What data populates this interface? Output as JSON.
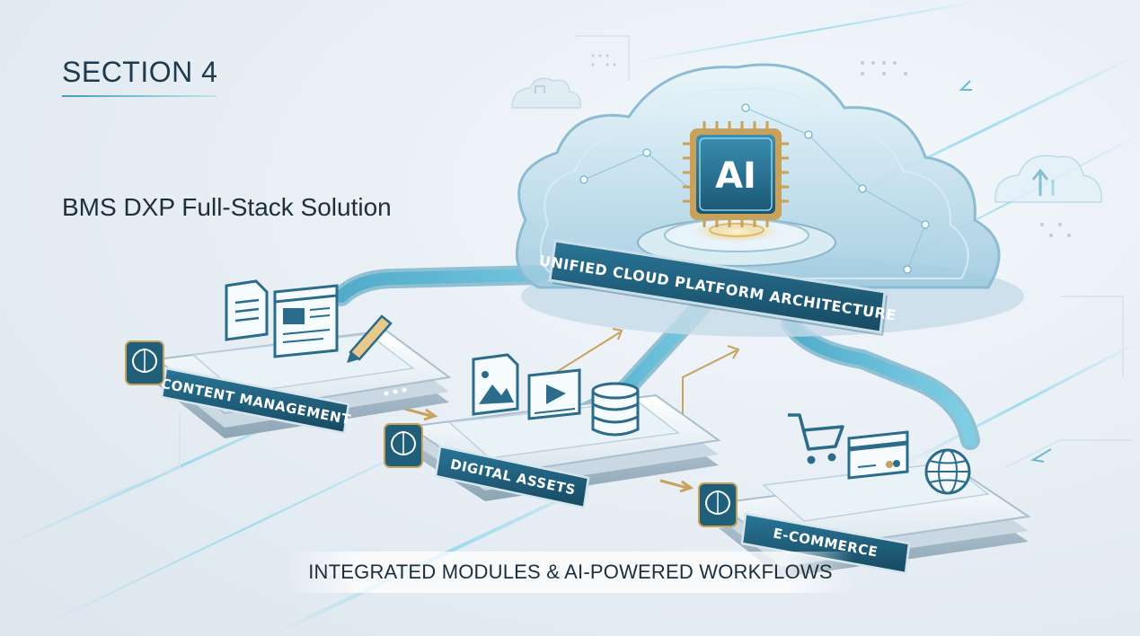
{
  "header": {
    "section_label": "SECTION 4",
    "title": "BMS DXP Full-Stack Solution"
  },
  "cloud": {
    "chip_text": "AI",
    "banner": "UNIFIED CLOUD PLATFORM ARCHITECTURE"
  },
  "modules": [
    {
      "label": "CONTENT MANAGEMENT",
      "icons": [
        "document-icon",
        "webpage-icon",
        "pencil-icon"
      ]
    },
    {
      "label": "DIGITAL ASSETS",
      "icons": [
        "image-icon",
        "video-icon",
        "database-icon"
      ]
    },
    {
      "label": "E-COMMERCE",
      "icons": [
        "cart-icon",
        "credit-card-icon",
        "globe-icon"
      ]
    }
  ],
  "footer": {
    "caption": "INTEGRATED MODULES & AI-POWERED WORKFLOWS"
  },
  "colors": {
    "accent_teal": "#3f9fb7",
    "dark_teal": "#1f5f7a",
    "label_fill": "#1e5a75",
    "gold": "#c8a15a",
    "text_dark": "#1f3a4d"
  }
}
